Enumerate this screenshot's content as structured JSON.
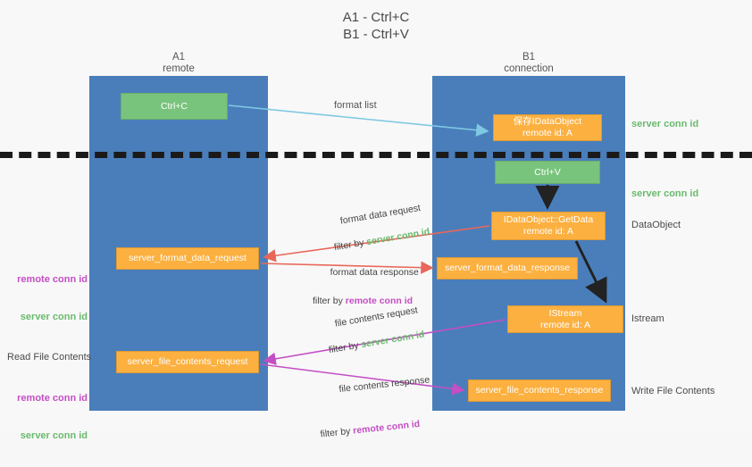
{
  "title": "A1 - Ctrl+C\nB1 - Ctrl+V",
  "lanes": {
    "left": {
      "name": "A1",
      "role": "remote",
      "header": "A1\nremote"
    },
    "right": {
      "name": "B1",
      "role": "connection",
      "header": "B1\nconnection"
    }
  },
  "colors": {
    "lane": "#4a7ebb",
    "green_node": "#79c47c",
    "orange_node": "#fbb040",
    "server_conn_id": "#6aba6e",
    "remote_conn_id": "#c44ec4",
    "background": "#f8f8f8",
    "divider": "#1a1a1a",
    "arrow_blue": "#7ec8e3",
    "arrow_red": "#e8675a",
    "arrow_magenta": "#c44ec4",
    "arrow_dark": "#222222"
  },
  "nodes": {
    "ctrl_c": {
      "label": "Ctrl+C",
      "sub": ""
    },
    "save_idataobject": {
      "label": "保存IDataObject",
      "sub": "remote id: A"
    },
    "ctrl_v": {
      "label": "Ctrl+V",
      "sub": ""
    },
    "getdata": {
      "label": "IDataObject::GetData",
      "sub": "remote id: A"
    },
    "server_format_data_request": {
      "label": "server_format_data_request",
      "sub": ""
    },
    "server_format_data_response": {
      "label": "server_format_data_response",
      "sub": ""
    },
    "istream": {
      "label": "IStream",
      "sub": "remote id: A"
    },
    "server_file_contents_request": {
      "label": "server_file_contents_request",
      "sub": ""
    },
    "server_file_contents_response": {
      "label": "server_file_contents_response",
      "sub": ""
    }
  },
  "captions": {
    "format_list": "format list",
    "format_data_request": "format data request",
    "format_data_response": "format data response",
    "file_contents_request": "file contents request",
    "file_contents_response": "file contents response",
    "filter_by": "filter by ",
    "server_conn_id": "server conn id",
    "remote_conn_id": "remote conn id"
  },
  "annotations": {
    "server_conn_id_top": "server conn id",
    "server_conn_id_mid": "server conn id",
    "dataobject": "DataObject",
    "istream": "Istream",
    "write_file_contents": "Write File Contents",
    "read_file_contents": "Read File Contents",
    "remote_conn_id": "remote conn id",
    "server_conn_id": "server conn id"
  }
}
